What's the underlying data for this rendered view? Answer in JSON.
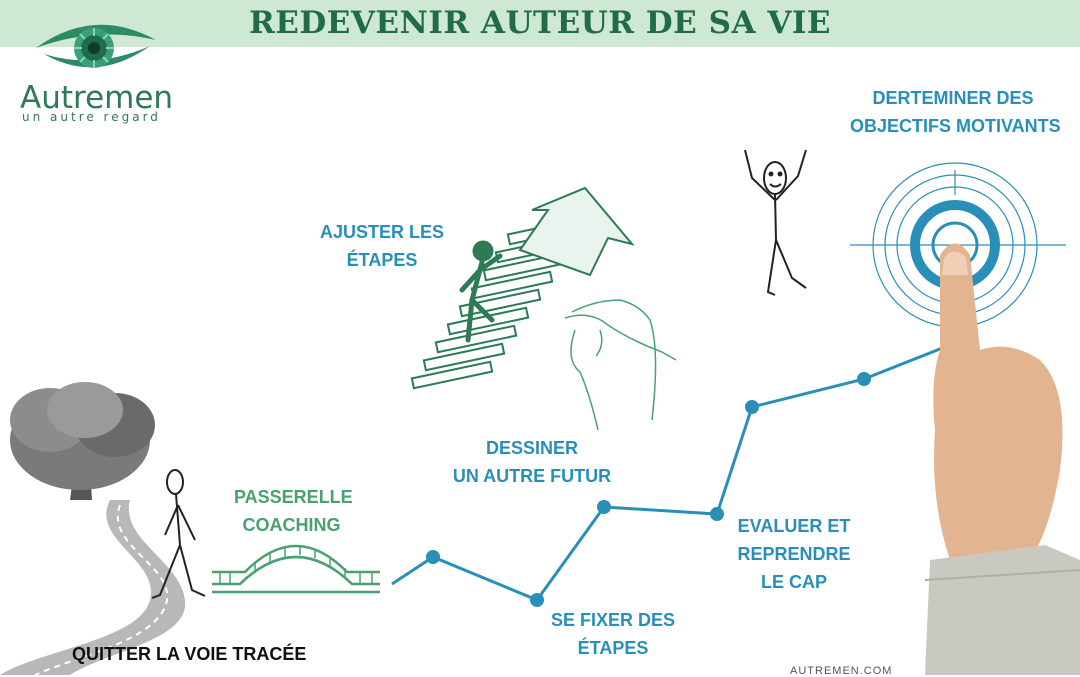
{
  "header": {
    "title": "REDEVENIR AUTEUR DE SA VIE"
  },
  "logo": {
    "name": "Autremen",
    "tagline": "un autre regard",
    "icon": "eye-icon"
  },
  "steps": {
    "quitter": "QUITTER LA VOIE TRACÉE",
    "passerelle": [
      "PASSERELLE",
      "COACHING"
    ],
    "fixer": [
      "SE FIXER DES",
      "ÉTAPES"
    ],
    "dessiner": [
      "DESSINER",
      "UN AUTRE FUTUR"
    ],
    "ajuster": [
      "AJUSTER LES",
      "ÉTAPES"
    ],
    "evaluer": [
      "EVALUER ET",
      "REPRENDRE",
      "LE CAP"
    ],
    "determiner": [
      "DERTEMINER DES",
      "OBJECTIFS MOTIVANTS"
    ]
  },
  "footer": {
    "url": "AUTREMEN.COM"
  },
  "colors": {
    "banner": "#cfe8d3",
    "title": "#216b4a",
    "blue": "#2a8fb8",
    "green": "#4aa06f"
  }
}
